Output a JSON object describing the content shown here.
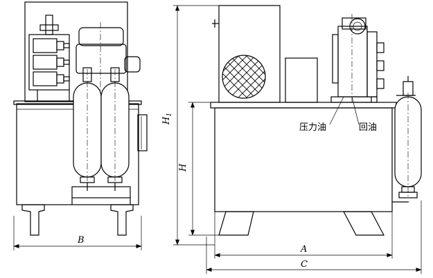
{
  "dimensions": {
    "B": "B",
    "H": "H",
    "H1": "H",
    "H1_sub": "1",
    "A": "A",
    "C": "C"
  },
  "callouts": {
    "pressure_oil": "压力油",
    "return_oil": "回油"
  }
}
